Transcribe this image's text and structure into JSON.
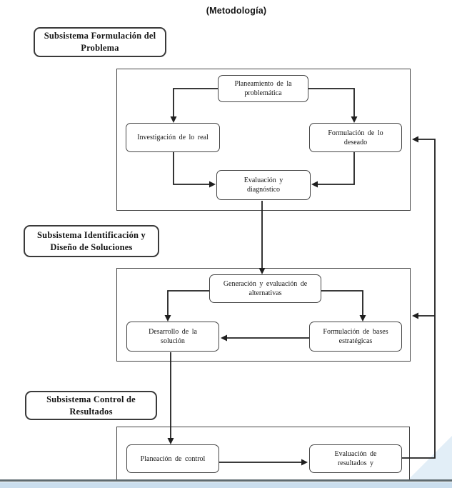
{
  "title": "(Metodología)",
  "subsystems": {
    "formulacion": {
      "line1": "Subsistema Formulación del",
      "line2": "Problema"
    },
    "identificacion": {
      "line1": "Subsistema Identificación y",
      "line2": "Diseño de Soluciones"
    },
    "control": {
      "line1": "Subsistema Control de",
      "line2": "Resultados"
    }
  },
  "nodes": {
    "planeamiento": {
      "line1": "Planeamiento de la",
      "line2": "problemática"
    },
    "investigacion": {
      "line1": "Investigación de lo real"
    },
    "formulacion_deseado": {
      "line1": "Formulación de lo",
      "line2": "deseado"
    },
    "evaluacion_diagnostico": {
      "line1": "Evaluación y",
      "line2": "diagnóstico"
    },
    "generacion_alternativas": {
      "line1": "Generación y evaluación de",
      "line2": "alternativas"
    },
    "desarrollo_solucion": {
      "line1": "Desarrollo de la",
      "line2": "solución"
    },
    "formulacion_bases": {
      "line1": "Formulación de bases",
      "line2": "estratégicas"
    },
    "planeacion_control": {
      "line1": "Planeación de control"
    },
    "evaluacion_resultados": {
      "line1": "Evaluación de",
      "line2": "resultados y"
    }
  },
  "colors": {
    "line": "#1f1f1f",
    "box_border": "#454545",
    "label_border": "#3a3a3a",
    "accent_bar": "#cadeee",
    "accent_triangle": "#e2eef7",
    "bottom_rule": "#5f6b70",
    "text": "#141414"
  }
}
